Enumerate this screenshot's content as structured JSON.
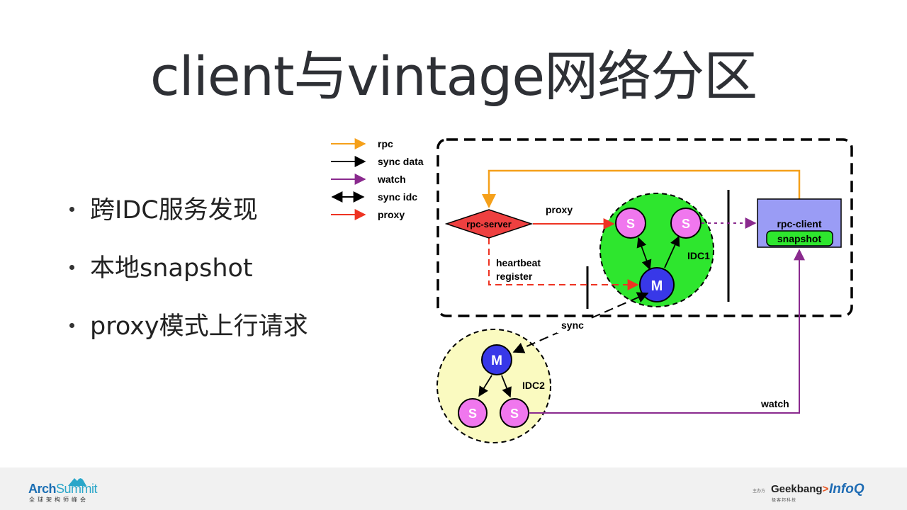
{
  "title": "client与vintage网络分区",
  "bullets": [
    "跨IDC服务发现",
    "本地snapshot",
    "proxy模式上行请求"
  ],
  "diagram": {
    "legend": [
      {
        "label": "rpc",
        "color": "#f5a01a"
      },
      {
        "label": "sync data",
        "color": "#000000"
      },
      {
        "label": "watch",
        "color": "#8a2a8e"
      },
      {
        "label": "sync idc",
        "color": "#000000"
      },
      {
        "label": "proxy",
        "color": "#ee3322"
      }
    ],
    "rpc_server": "rpc-server",
    "rpc_client": "rpc-client",
    "snapshot": "snapshot",
    "proxy_label": "proxy",
    "heartbeat_label": "heartbeat",
    "register_label": "register",
    "idc1_label": "IDC1",
    "idc2_label": "IDC2",
    "sync_label": "sync",
    "watch_label": "watch",
    "slave_node": "S",
    "master_node": "M",
    "colors": {
      "idc1_fill": "#2ee62e",
      "idc2_fill": "#fafac0",
      "slave_fill": "#f077ee",
      "master_fill": "#3838e8",
      "rpc_client_fill": "#9a9cf5",
      "snapshot_fill": "#2ee62e",
      "rpc_server_fill": "#ee4040"
    }
  },
  "footer": {
    "brand_part1": "Arch",
    "brand_part2": "Summit",
    "brand_sub": "全球架构师峰会",
    "host_label": "主办方",
    "geekbang_part1": "Geek",
    "geekbang_part2": "bang",
    "geekbang_arrow": ">.",
    "geekbang_sub": "极客邦科技",
    "infoq": "InfoQ"
  }
}
